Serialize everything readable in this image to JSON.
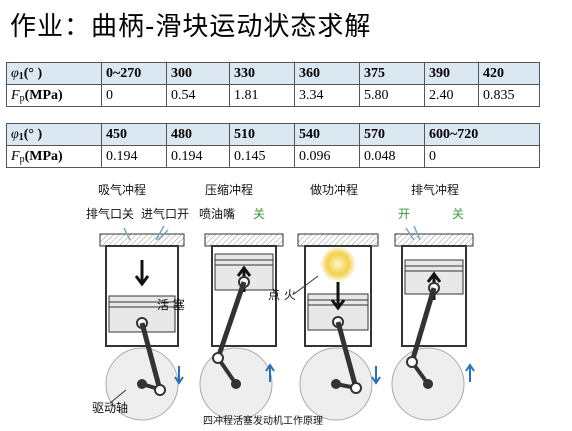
{
  "title": "作业：曲柄-滑块运动状态求解",
  "table1": {
    "phi_label": "φ",
    "phi_sub": "1",
    "phi_unit": "(°  )",
    "fp_label": "F",
    "fp_sub": "p",
    "fp_unit": "(MPa)",
    "angles": [
      "0~270",
      "300",
      "330",
      "360",
      "375",
      "390",
      "420"
    ],
    "values": [
      "0",
      "0.54",
      "1.81",
      "3.34",
      "5.80",
      "2.40",
      "0.835"
    ]
  },
  "table2": {
    "phi_label": "φ",
    "phi_sub": "1",
    "phi_unit": "(°  )",
    "fp_label": "F",
    "fp_sub": "p",
    "fp_unit": "(MPa)",
    "angles": [
      "450",
      "480",
      "510",
      "540",
      "570",
      "600~720"
    ],
    "values": [
      "0.194",
      "0.194",
      "0.145",
      "0.096",
      "0.048",
      "0"
    ]
  },
  "diagram": {
    "strokes": [
      "吸气冲程",
      "压缩冲程",
      "做功冲程",
      "排气冲程"
    ],
    "intake_labels": {
      "exhaust_port": "排气口关",
      "intake_port": "进气口开"
    },
    "compression_label": "喷油嘴",
    "compression_status": "关",
    "exhaust_status_open": "开",
    "exhaust_status_closed": "关",
    "piston_label": "活 塞",
    "ignition_label": "点 火",
    "crankshaft_label": "驱动轴",
    "caption": "四冲程活塞发动机工作原理",
    "colors": {
      "green": "#3a9a3a",
      "header_bg": "#dbe7f1",
      "flame": "#f2d04b"
    }
  }
}
